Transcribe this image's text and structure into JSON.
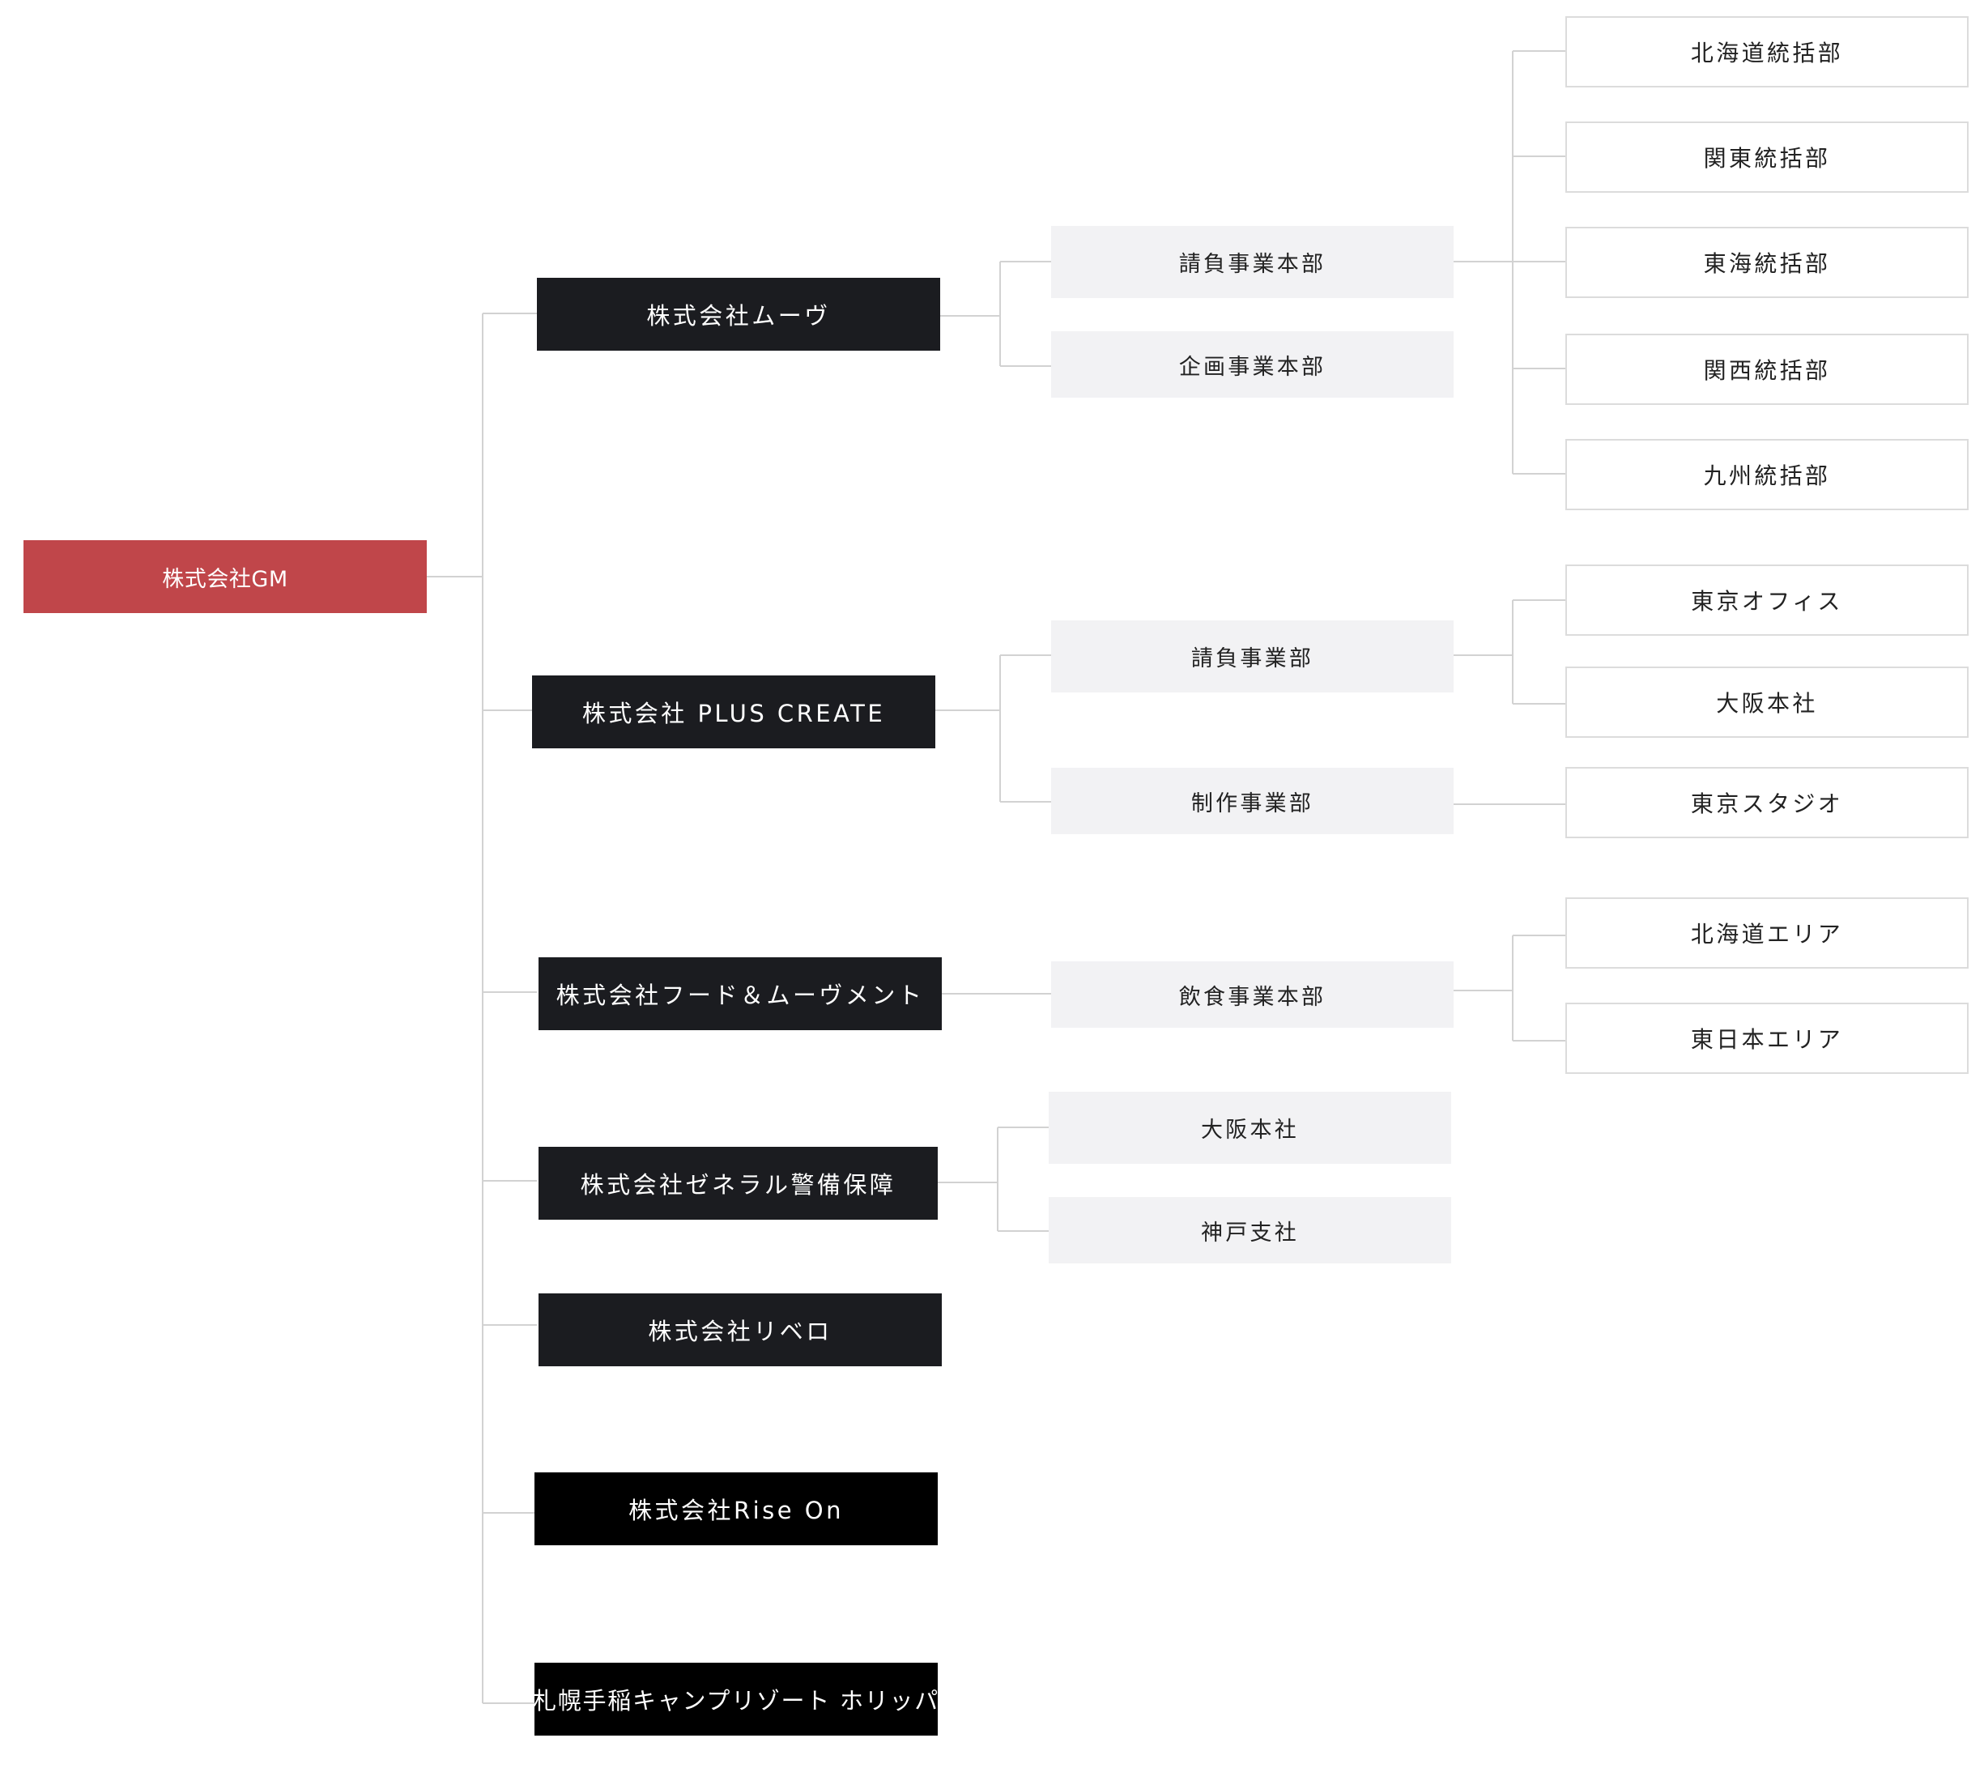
{
  "root": {
    "label": "株式会社GM"
  },
  "companies": [
    {
      "label": "株式会社ムーヴ"
    },
    {
      "label": "株式会社 PLUS CREATE"
    },
    {
      "label": "株式会社フード＆ムーヴメント"
    },
    {
      "label": "株式会社ゼネラル警備保障"
    },
    {
      "label": "株式会社リベロ"
    },
    {
      "label": "株式会社Rise On"
    },
    {
      "label": "札幌手稲キャンプリゾート ホリッパ"
    }
  ],
  "departments": [
    {
      "label": "請負事業本部"
    },
    {
      "label": "企画事業本部"
    },
    {
      "label": "請負事業部"
    },
    {
      "label": "制作事業部"
    },
    {
      "label": "飲食事業本部"
    },
    {
      "label": "大阪本社"
    },
    {
      "label": "神戸支社"
    }
  ],
  "branches": [
    {
      "label": "北海道統括部"
    },
    {
      "label": "関東統括部"
    },
    {
      "label": "東海統括部"
    },
    {
      "label": "関西統括部"
    },
    {
      "label": "九州統括部"
    },
    {
      "label": "東京オフィス"
    },
    {
      "label": "大阪本社"
    },
    {
      "label": "東京スタジオ"
    },
    {
      "label": "北海道エリア"
    },
    {
      "label": "東日本エリア"
    }
  ],
  "colors": {
    "root": "#c0464a",
    "company": "#1b1c20",
    "department": "#f2f2f4",
    "branch_border": "#dcdcdc",
    "connector": "#d2d2d2"
  }
}
